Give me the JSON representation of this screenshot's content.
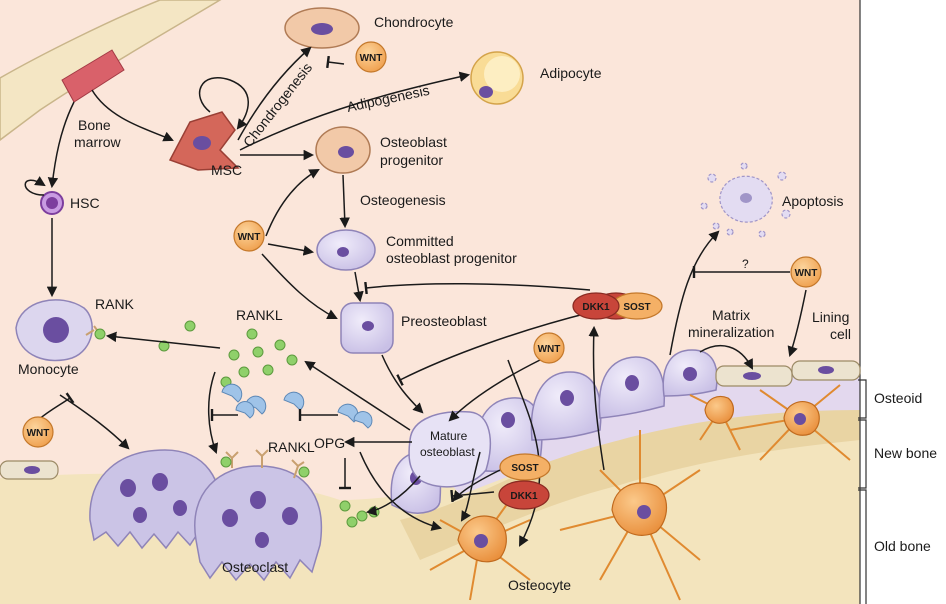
{
  "labels": {
    "chondrocyte": "Chondrocyte",
    "adipocyte": "Adipocyte",
    "bone_marrow_1": "Bone",
    "bone_marrow_2": "marrow",
    "msc": "MSC",
    "chondrogenesis": "Chondrogenesis",
    "adipogenesis": "Adipogenesis",
    "osteoblast_progenitor_1": "Osteoblast",
    "osteoblast_progenitor_2": "progenitor",
    "osteogenesis": "Osteogenesis",
    "hsc": "HSC",
    "committed_1": "Committed",
    "committed_2": "osteoblast progenitor",
    "apoptosis": "Apoptosis",
    "question": "?",
    "rank": "RANK",
    "rankl_top": "RANKL",
    "monocyte": "Monocyte",
    "preosteoblast": "Preosteoblast",
    "matrix_1": "Matrix",
    "matrix_2": "mineralization",
    "lining_1": "Lining",
    "lining_2": "cell",
    "mature_1": "Mature",
    "mature_2": "osteoblast",
    "rankl_mid": "RANKL",
    "opg": "OPG",
    "osteoclast": "Osteoclast",
    "osteocyte": "Osteocyte",
    "osteoid": "Osteoid",
    "new_bone": "New bone",
    "old_bone": "Old bone"
  },
  "badges": {
    "wnt": "WNT",
    "dkk1": "DKK1",
    "sost": "SOST"
  },
  "colors": {
    "background": "#fbe6da",
    "wnt_badge": "#f4b066",
    "dkk1_badge": "#c8453a",
    "sost_badge": "#f4b066",
    "osteoblast": "#d9d3ef",
    "nucleus": "#6a4ea0",
    "osteocyte": "#f0a050",
    "osteoclast": "#cbc4e6",
    "old_bone": "#f3e4bd",
    "new_bone": "#ecd6a6",
    "osteoid": "#e7dff0",
    "rankl_dot": "#8fd06a",
    "opg": "#9fc3e8"
  }
}
